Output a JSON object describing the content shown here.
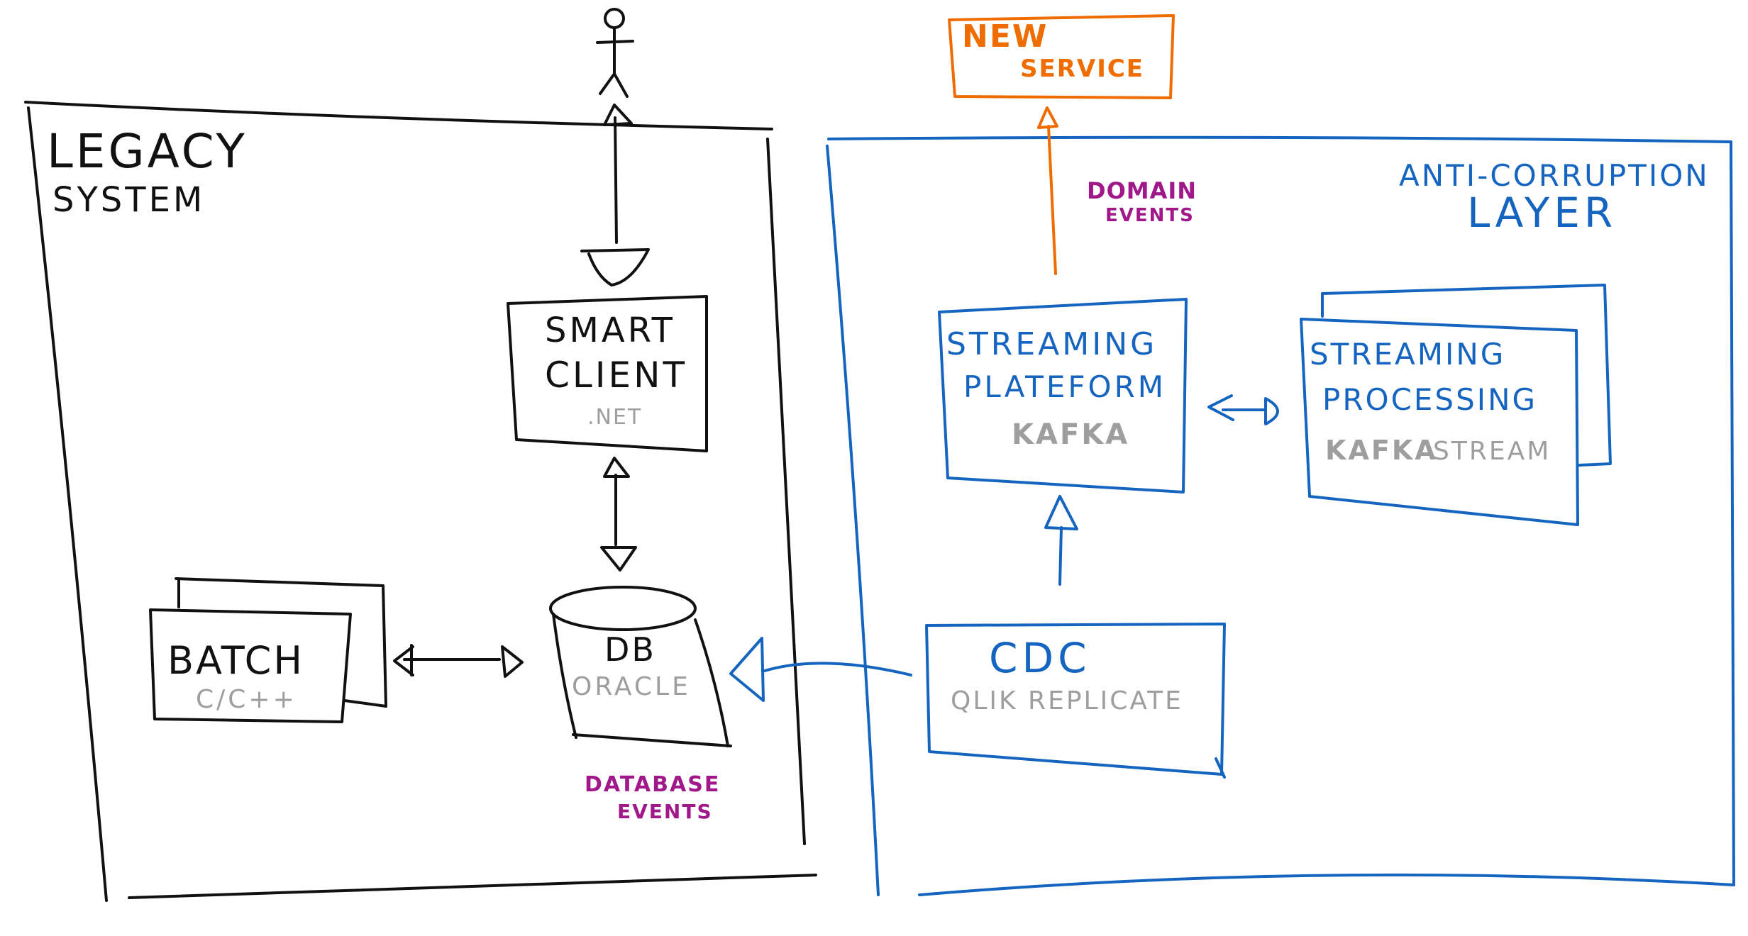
{
  "legacy_system": {
    "title_line1": "LEGACY",
    "title_line2": "SYSTEM",
    "smart_client": {
      "line1": "SMART",
      "line2": "CLIENT",
      "tech": ".NET"
    },
    "batch": {
      "label": "BATCH",
      "tech": "C/C++"
    },
    "database": {
      "label": "DB",
      "tech": "ORACLE"
    },
    "database_events": {
      "line1": "DATABASE",
      "line2": "EVENTS"
    }
  },
  "anti_corruption_layer": {
    "title_line1": "ANTI-CORRUPTION",
    "title_line2": "LAYER",
    "streaming_platform": {
      "line1": "STREAMING",
      "line2": "PLATEFORM",
      "tech": "KAFKA"
    },
    "streaming_processing": {
      "line1": "STREAMING",
      "line2": "PROCESSING",
      "tech1": "KAFKA",
      "tech2": "STREAM"
    },
    "cdc": {
      "label": "CDC",
      "tech": "QLIK REPLICATE"
    },
    "domain_events": {
      "line1": "DOMAIN",
      "line2": "EVENTS"
    }
  },
  "new_service": {
    "line1": "NEW",
    "line2": "SERVICE"
  },
  "colors": {
    "legacy": "#111111",
    "acl": "#1565c0",
    "new_service": "#ef6c00",
    "events": "#a0188a",
    "tech": "#9e9e9e"
  }
}
